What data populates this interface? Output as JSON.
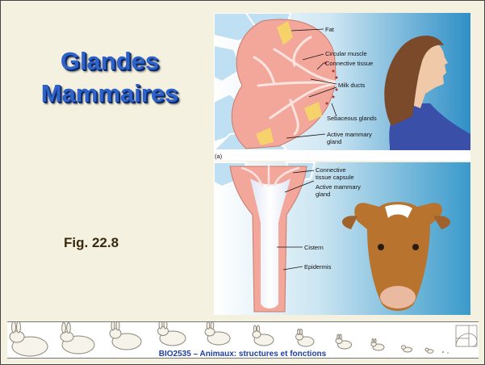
{
  "slide": {
    "title_line1": "Glandes",
    "title_line2": "Mammaires",
    "figure_ref": "Fig. 22.8",
    "footer": "BIO2535 – Animaux: structures et fonctions"
  },
  "figure_a": {
    "panel_label": "(a)",
    "labels": {
      "fat": "Fat",
      "circular_muscle": "Circular muscle",
      "connective_tissue": "Connective tissue",
      "milk_ducts": "Milk ducts",
      "sebaceous_glands": "Sebaceous glands",
      "active_mammary_gland_1": "Active mammary",
      "active_mammary_gland_2": "gland"
    }
  },
  "figure_b": {
    "labels": {
      "connective_tissue_capsule_1": "Connective",
      "connective_tissue_capsule_2": "tissue capsule",
      "active_mammary_gland_1": "Active mammary",
      "active_mammary_gland_2": "gland",
      "cistern": "Cistern",
      "epidermis": "Epidermis"
    }
  },
  "colors": {
    "title": "#2f63c9",
    "footer_text": "#1d3fa0",
    "slide_bg": "#f4f1e0",
    "tissue": "#f2a79a",
    "duct": "#fbe3df",
    "fat": "#f6d26a",
    "water_blue": "#3f9fd0"
  },
  "decorations": {
    "footer_icons": [
      "rabbit-icon",
      "rabbit-icon",
      "rabbit-icon",
      "rabbit-icon",
      "rabbit-icon",
      "rabbit-icon",
      "rabbit-icon",
      "rabbit-icon",
      "rabbit-icon",
      "rabbit-icon",
      "rabbit-icon",
      "golden-spiral-icon"
    ]
  }
}
